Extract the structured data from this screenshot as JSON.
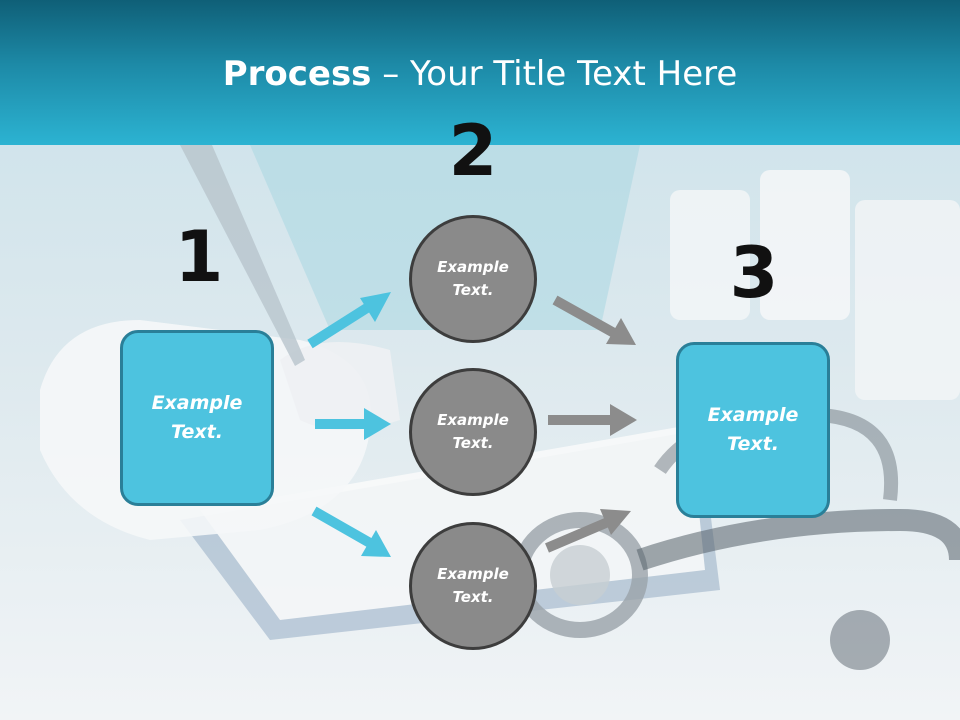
{
  "slide": {
    "title_bold": "Process",
    "title_rest": " – Your Title Text Here"
  },
  "steps": [
    {
      "number": "1",
      "label": "Example\nText."
    },
    {
      "number": "2",
      "labels": [
        "Example\nText.",
        "Example\nText.",
        "Example\nText."
      ]
    },
    {
      "number": "3",
      "label": "Example\nText."
    }
  ],
  "colors": {
    "header_dark": "#0f5f77",
    "header_light": "#2cb3d2",
    "box_fill": "#4dc3df",
    "box_border": "#2a7f98",
    "circle_fill": "#8a8a8a",
    "circle_border": "#3d3d3d",
    "arrow_blue": "#4dc3df",
    "arrow_gray": "#8c8c8c"
  }
}
